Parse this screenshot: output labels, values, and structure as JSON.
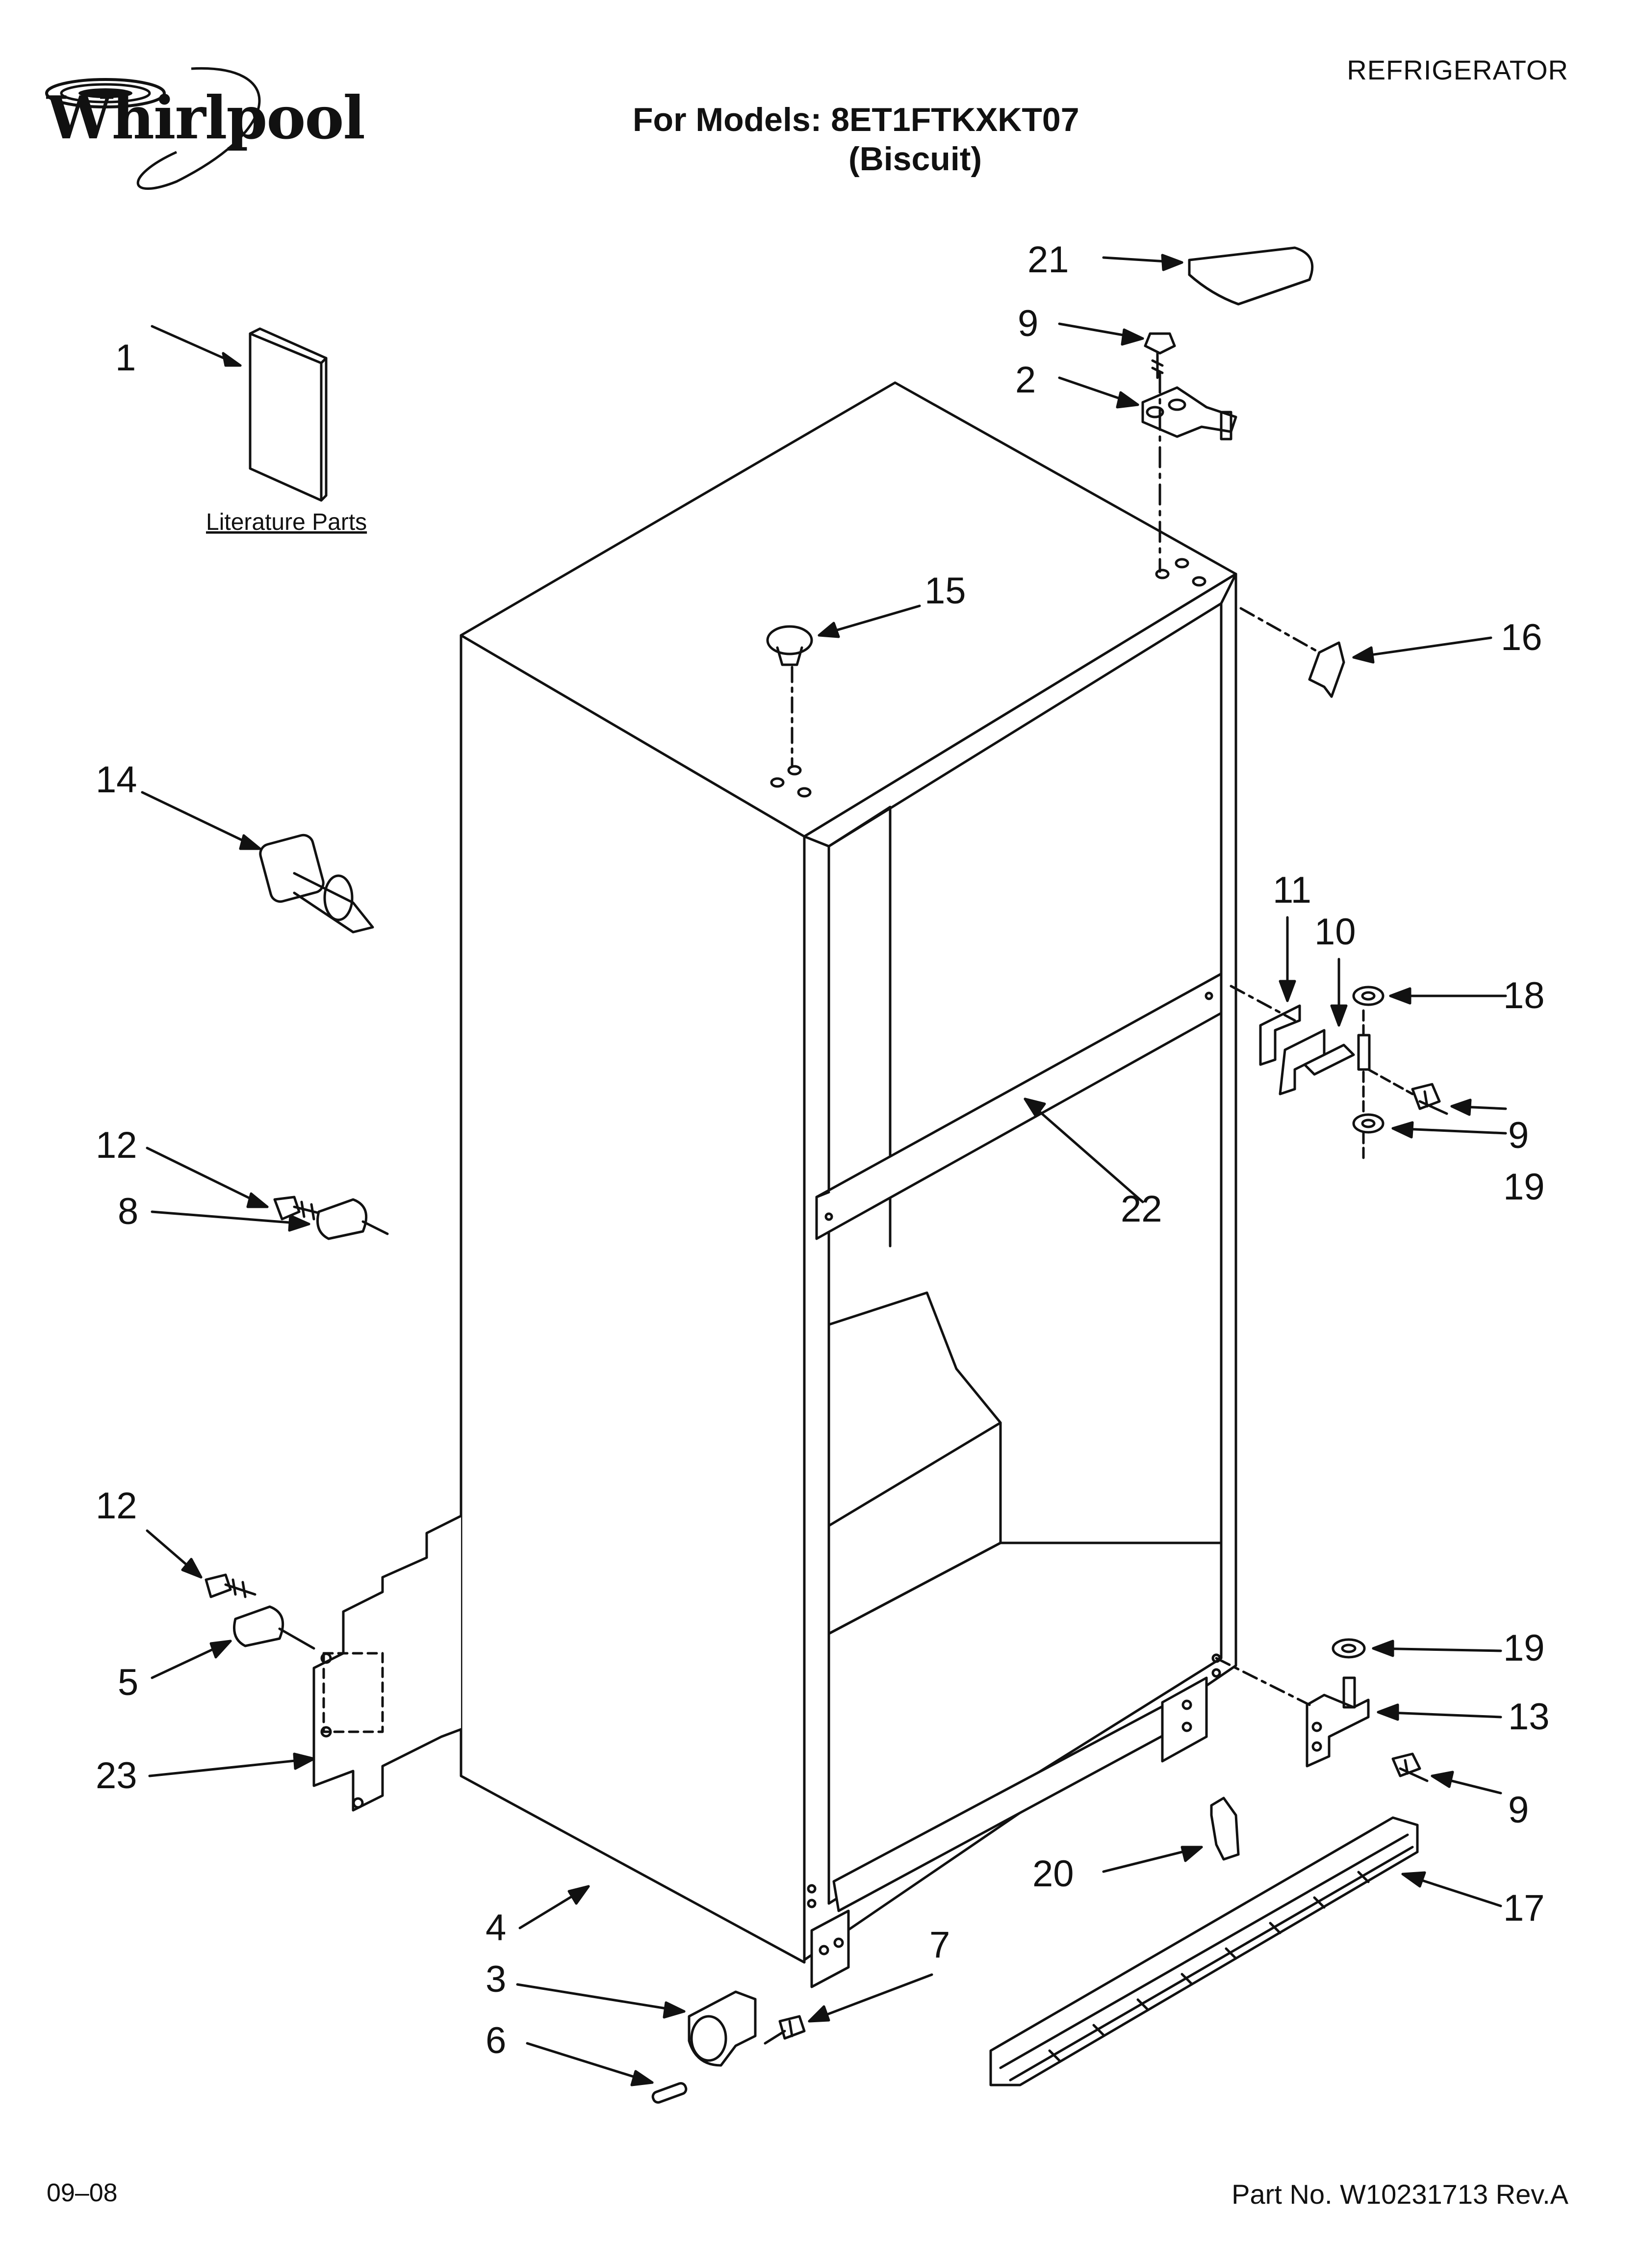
{
  "header": {
    "brand": "Whirlpool",
    "category": "REFRIGERATOR",
    "models_line": "For Models: 8ET1FTKXKT07",
    "color_line": "(Biscuit)"
  },
  "footer": {
    "date": "09–08",
    "part_number": "Part No. W10231713 Rev.A"
  },
  "literature_label": "Literature Parts",
  "callouts": {
    "c1": "1",
    "c2": "2",
    "c3": "3",
    "c4": "4",
    "c5": "5",
    "c6": "6",
    "c7": "7",
    "c8": "8",
    "c9a": "9",
    "c9b": "9",
    "c9c": "9",
    "c10": "10",
    "c11": "11",
    "c12a": "12",
    "c12b": "12",
    "c13": "13",
    "c14": "14",
    "c15": "15",
    "c16": "16",
    "c17": "17",
    "c18": "18",
    "c19a": "19",
    "c19b": "19",
    "c20": "20",
    "c21": "21",
    "c22": "22",
    "c23": "23"
  },
  "icons": {
    "logo": "whirlpool-swirl-logo"
  }
}
